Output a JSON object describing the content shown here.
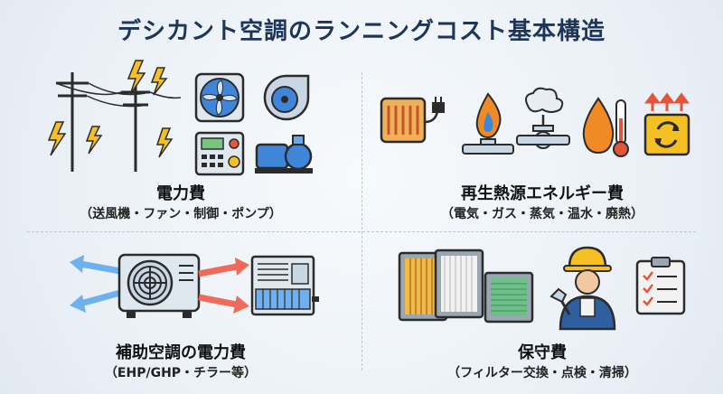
{
  "title": "デシカント空調のランニングコスト基本構造",
  "quadrants": {
    "top_left": {
      "label": "電力費",
      "sub": "（送風機・ファン・制御・ポンプ）"
    },
    "top_right": {
      "label": "再生熱源エネルギー費",
      "sub": "（電気・ガス・蒸気・温水・廃熱）"
    },
    "bottom_left": {
      "label": "補助空調の電力費",
      "sub": "（EHP/GHP・チラー等）"
    },
    "bottom_right": {
      "label": "保守費",
      "sub": "（フィルター交換・点検・清掃）"
    }
  },
  "colors": {
    "title": "#1d3557",
    "accent_blue": "#2f7fd6",
    "accent_orange": "#f08a24",
    "accent_red": "#e2553b"
  }
}
